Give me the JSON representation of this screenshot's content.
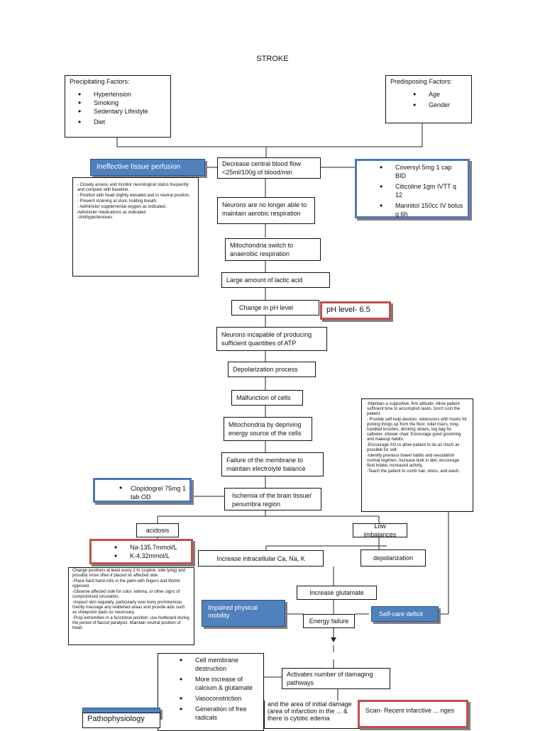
{
  "title": "STROKE",
  "precipitating": {
    "heading": "Precipitating Factors:",
    "items": [
      "Hypertension",
      "Smoking",
      "Sedentary Lifestyle",
      "Diet"
    ]
  },
  "predisposing": {
    "heading": "Predisposing Factors:",
    "items": [
      "Age",
      "Gender"
    ]
  },
  "flow": {
    "decrease_blood_flow": "Decrease central blood flow <25ml/100g of blood/min",
    "neurons_aerobic": "Neurons are no longer able to maintain aerobic respiration",
    "anaerobic": "Mitochondria switch to anaerobic respiration",
    "lactic_acid": "Large amount of lactic acid",
    "ph_change": "Change in pH level",
    "atp": "Neurons incapable of producing sufficient quantities of ATP",
    "depolarization_process": "Depolarization process",
    "malfunction": "Malfunction of cells",
    "mitochondria_depriving": "Mitochondria by depriving energy source of the cells",
    "membrane_failure": "Failure of the membrane to maintain electrolyte balance",
    "ischemia": "Ischemia of the brain tissue/ penumbra region",
    "acidosis": "acidosis",
    "low_imbalances": "Low imbalances",
    "intracellular": "Increase intracellular Ca, Na, K",
    "depolarization": "depolarization",
    "glutamate": "Increase glutamate",
    "energy_failure": "Energy failure",
    "damaging_pathways": "Activates number of damaging pathways",
    "cell_damage_items": [
      "Cell membrane destruction",
      "More increase of calcium & glutamate",
      "Vasoconstriction",
      "Generation of free radicals"
    ],
    "infarct_fragment": "and the area of initial damage (area of infarction in the ... & there is cytotic edema"
  },
  "nursing_diagnoses": {
    "tissue_perfusion": "Ineffective tissue perfusion",
    "physical_mobility": "Impaired physical mobility",
    "self_care": "Self-care deficit",
    "partial": ""
  },
  "medications": {
    "main": [
      "Coversyl 5mg 1 cap BID",
      "Citicoline 1gm IVTT q 12",
      "Mannitol 150cc IV bolus q 6h"
    ],
    "clopidogrel": "Clopidogrel 75mg 1 tab OD"
  },
  "labs": {
    "ph": "pH level- 6.5",
    "electrolytes": [
      "Na-135.7mmol/L",
      "K-4.32mmol/L"
    ],
    "ct_scan": "Scan- Recent infarctive ... nges"
  },
  "interventions": {
    "perfusion": [
      "- Closely assess and monitor neurological status frequently and compare with baseline.",
      "- Position with head slightly elevated and in neutral position.",
      "- Prevent straining at stool, holding breath.",
      "- Administer supplemental oxygen as indicated.",
      "Administer medications as indicated:",
      "-Antihypertensives"
    ],
    "self_care": [
      "-Maintain a supportive, firm attitude. Allow patient sufficient time to accomplish tasks. Don't rush the patient.",
      "- Provide self-help devices: extensions with hooks for picking things up from the floor, toilet risers, long-handled brushes, drinking straws, leg bag for catheter, shower chair. Encourage good grooming and makeup habits.",
      "-Encourage SO to allow patient to do as much as possible for self.",
      "-Identify previous bowel habits and reestablish normal regimen. Increase bulk in diet, encourage fluid intake, increased activity.",
      "-Teach the patient to comb hair, dress, and wash."
    ],
    "mobility": [
      "Change positions at least every 2 hr (supine, side lying) and possibly more often if placed on affected side.",
      "-Place hard hand-rolls in the palm with fingers and thumb opposed.",
      "-Observe affected side for color, edema, or other signs of compromised circulation.",
      "-Inspect skin regularly, particularly over bony prominences. Gently massage any reddened areas and provide aids such as sheepskin pads as necessary.",
      "-Prop extremities in a functional position; use footboard during the period of flaccid paralysis. Maintain neutral position of head."
    ]
  },
  "footer_label": "Pathophysiology",
  "colors": {
    "blue_border": "#4f77b8",
    "red_border": "#c0504d",
    "diagnosis_fill": "#4f81bd"
  }
}
